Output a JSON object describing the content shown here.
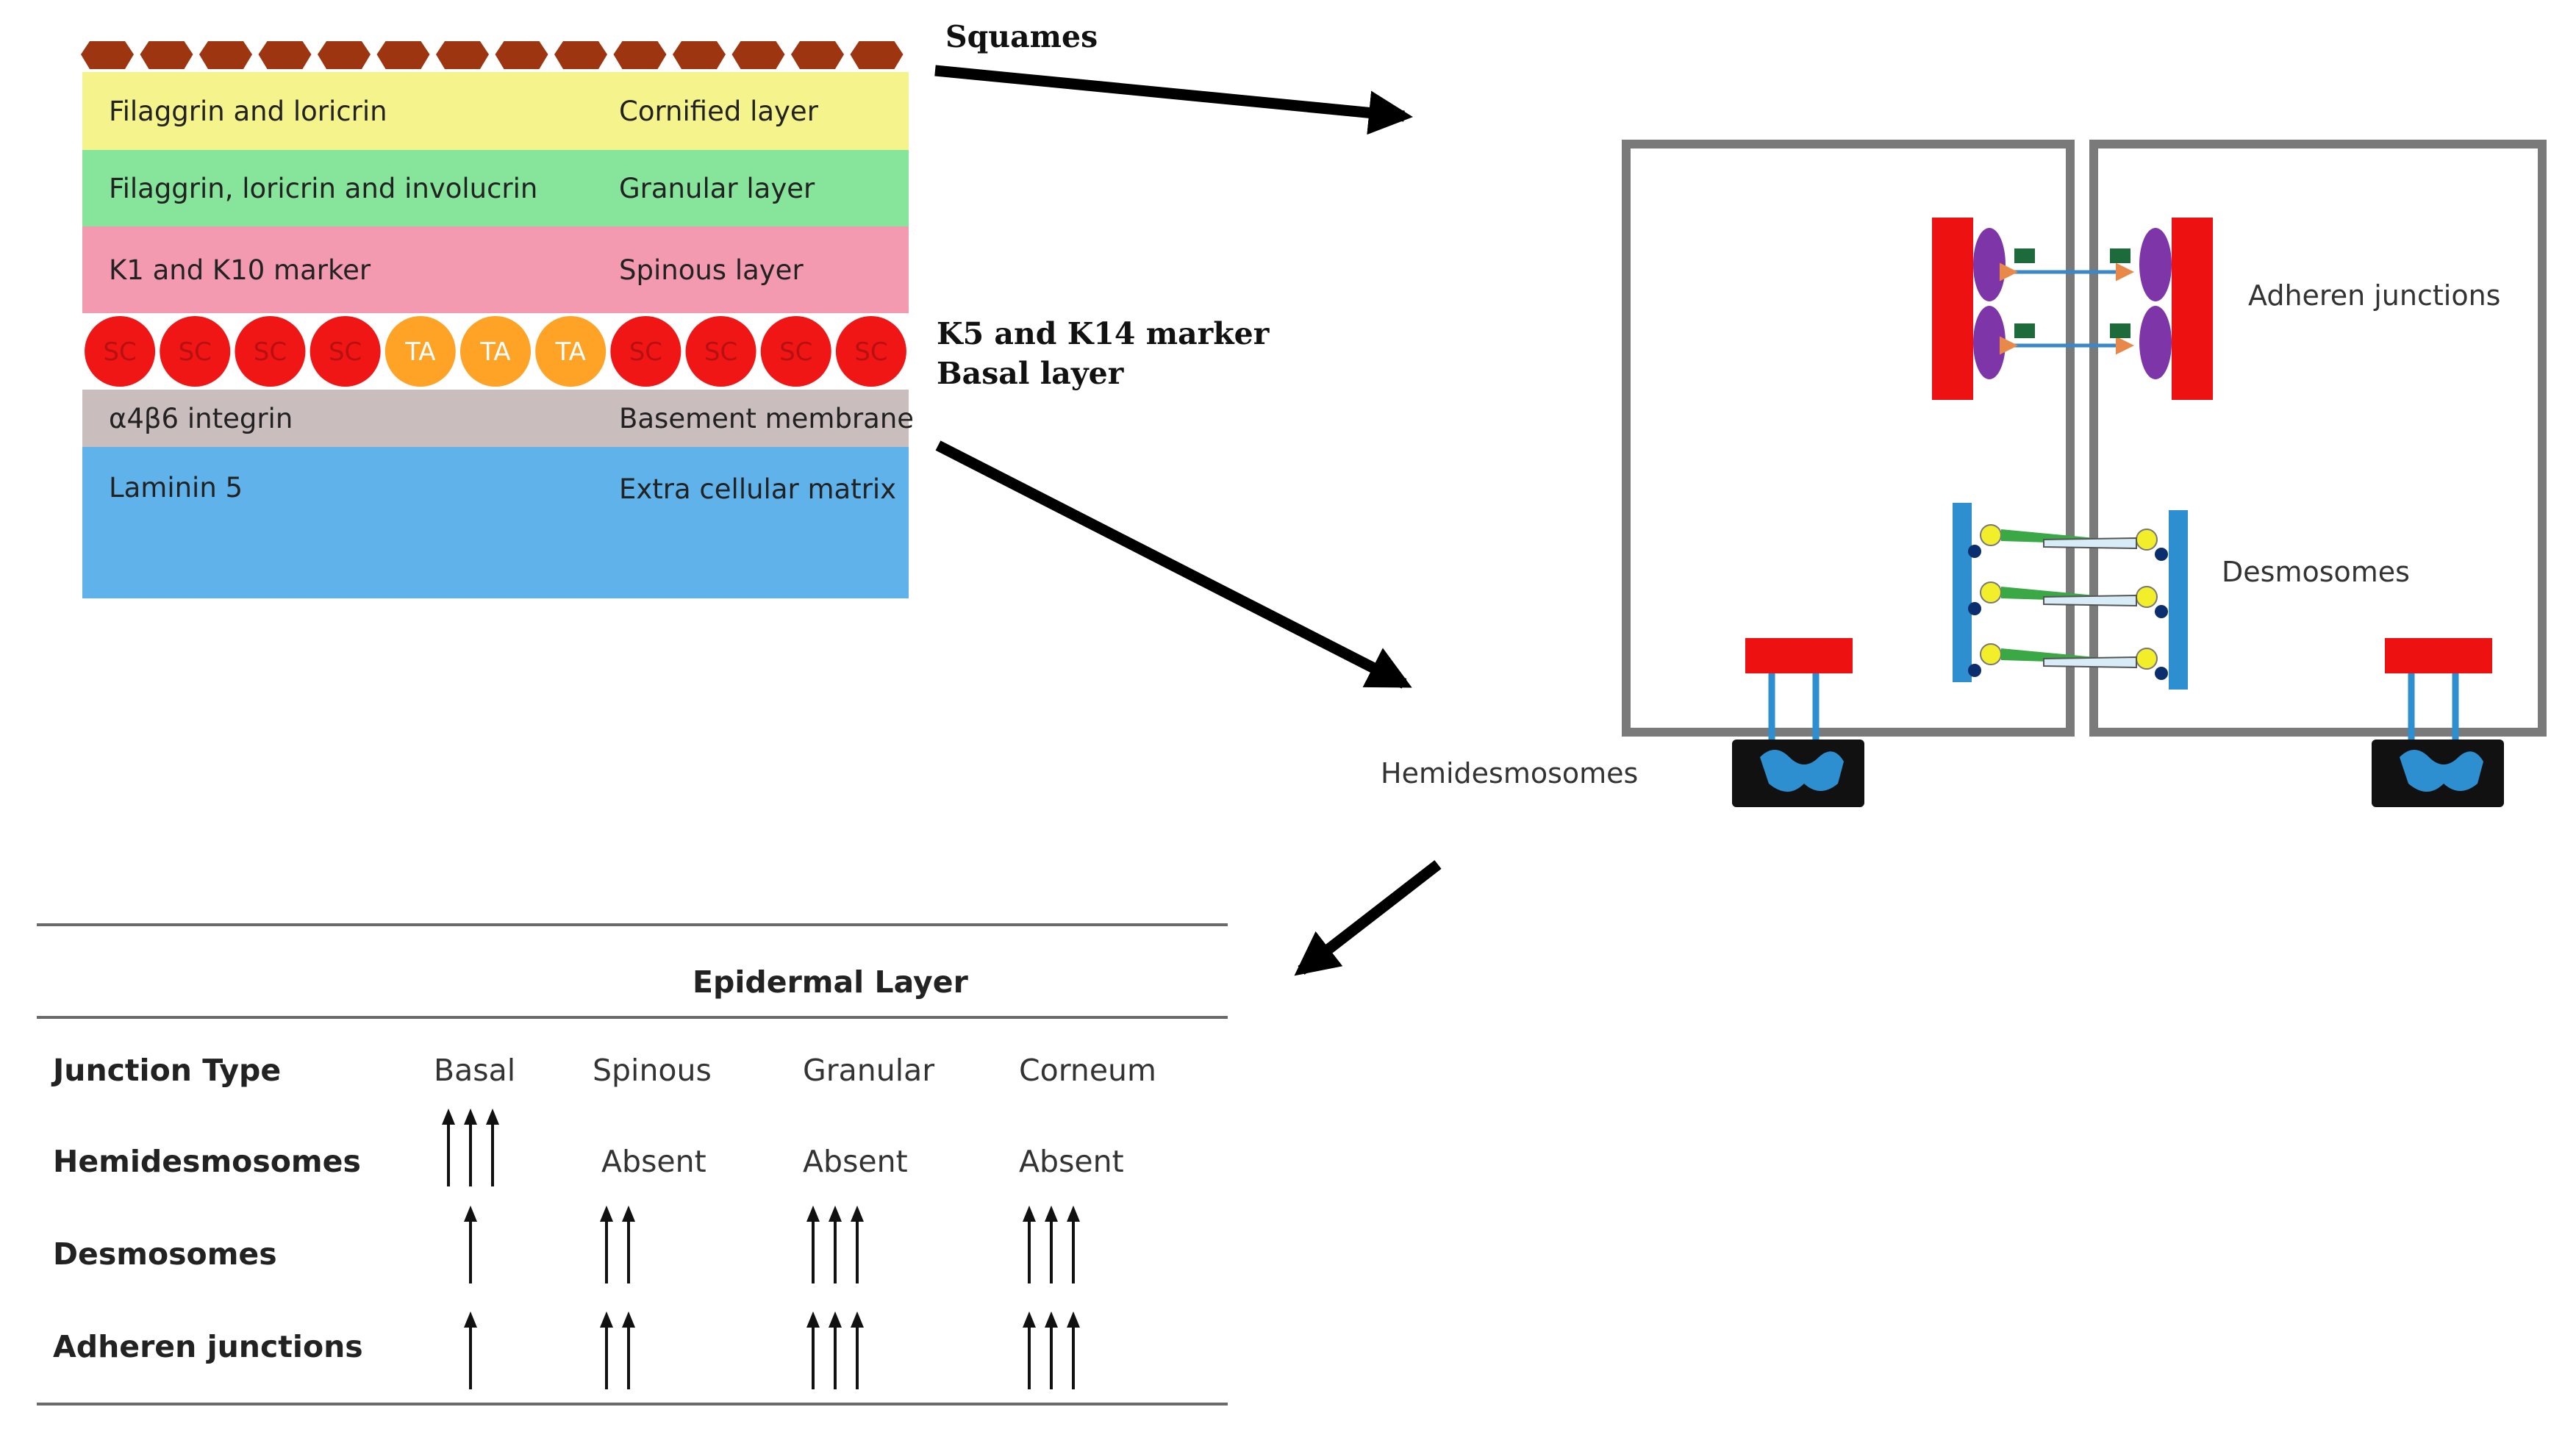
{
  "squames_label": "Squames",
  "layers": [
    {
      "left": "Filaggrin and loricrin",
      "right": "Cornified layer",
      "color": "#f4f38c"
    },
    {
      "left": "Filaggrin, loricrin and involucrin",
      "right": "Granular layer",
      "color": "#86e59a"
    },
    {
      "left": "K1 and K10 marker",
      "right": "Spinous layer",
      "color": "#f49ab0"
    },
    {
      "left": "α4β6 integrin",
      "right": "Basement membrane",
      "color": "#c9bdbd"
    },
    {
      "left": "Laminin 5",
      "right": "Extra cellular matrix",
      "color": "#5fb3ea"
    }
  ],
  "basal_cells": [
    "SC",
    "SC",
    "SC",
    "SC",
    "TA",
    "TA",
    "TA",
    "SC",
    "SC",
    "SC",
    "SC"
  ],
  "basal_cell_colors": {
    "SC": "#f01616",
    "TA": "#ffa326"
  },
  "basal_label_line1": "K5 and K14 marker",
  "basal_label_line2": "Basal layer",
  "junction_labels": {
    "adherens": "Adheren junctions",
    "desmosomes": "Desmosomes",
    "hemidesmosomes": "Hemidesmosomes"
  },
  "colors": {
    "squame": "#9c3510",
    "plaque_red": "#ee1111",
    "cadherin_purple": "#7e35a8",
    "plaque_blue": "#2d8ed0",
    "anchor_black": "#111111"
  },
  "table": {
    "title": "Epidermal Layer",
    "header_label": "Junction Type",
    "columns": [
      "Basal",
      "Spinous",
      "Granular",
      "Corneum"
    ],
    "rows": [
      {
        "label": "Hemidesmosomes",
        "cells": [
          3,
          "Absent",
          "Absent",
          "Absent"
        ]
      },
      {
        "label": "Desmosomes",
        "cells": [
          1,
          2,
          3,
          3
        ]
      },
      {
        "label": "Adheren  junctions",
        "cells": [
          1,
          2,
          3,
          3
        ]
      }
    ]
  }
}
